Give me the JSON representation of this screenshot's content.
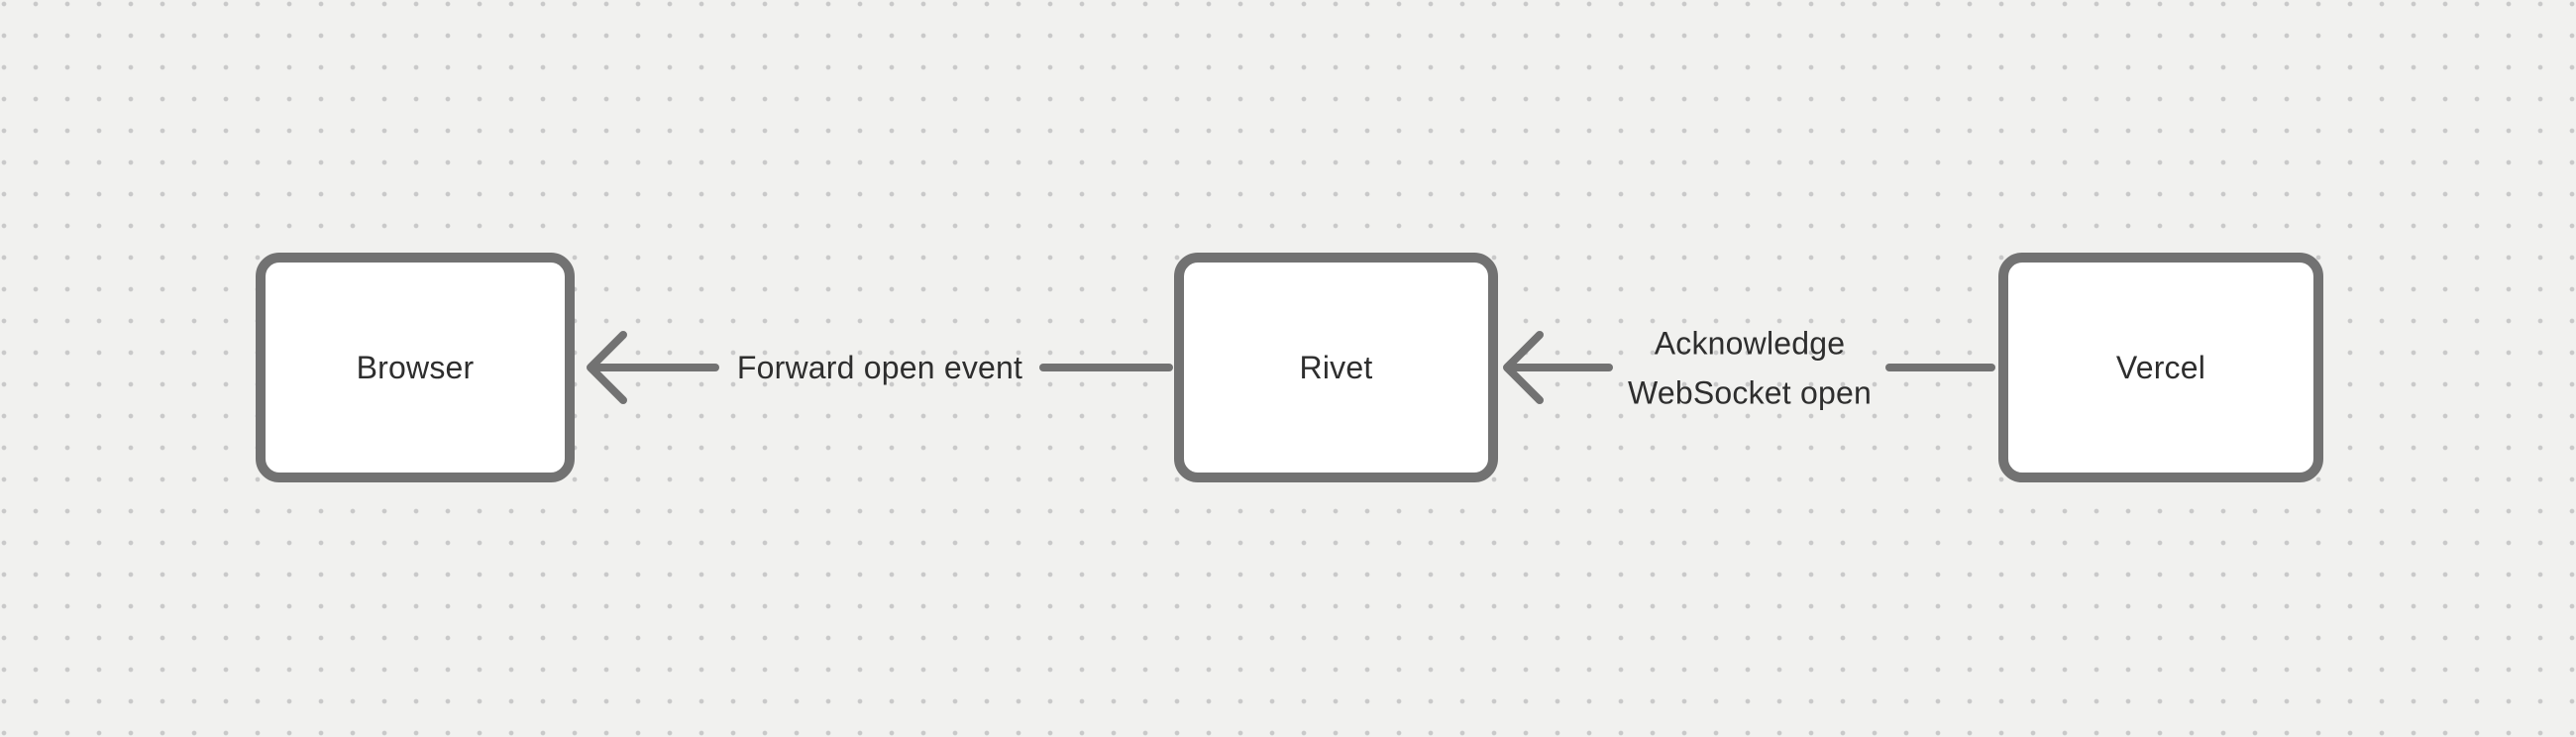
{
  "diagram": {
    "type": "flow-diagram",
    "nodes": [
      {
        "id": "browser",
        "label": "Browser"
      },
      {
        "id": "rivet",
        "label": "Rivet"
      },
      {
        "id": "vercel",
        "label": "Vercel"
      }
    ],
    "edges": [
      {
        "from": "rivet",
        "to": "browser",
        "direction": "left",
        "label": "Forward open event"
      },
      {
        "from": "vercel",
        "to": "rivet",
        "direction": "left",
        "label": "Acknowledge WebSocket open"
      }
    ],
    "colors": {
      "canvas_background": "#f1f1ef",
      "dot_grid": "#c9c9c9",
      "node_fill": "#ffffff",
      "node_border": "#727272",
      "connector": "#727272",
      "text": "#2e2e2e"
    }
  }
}
